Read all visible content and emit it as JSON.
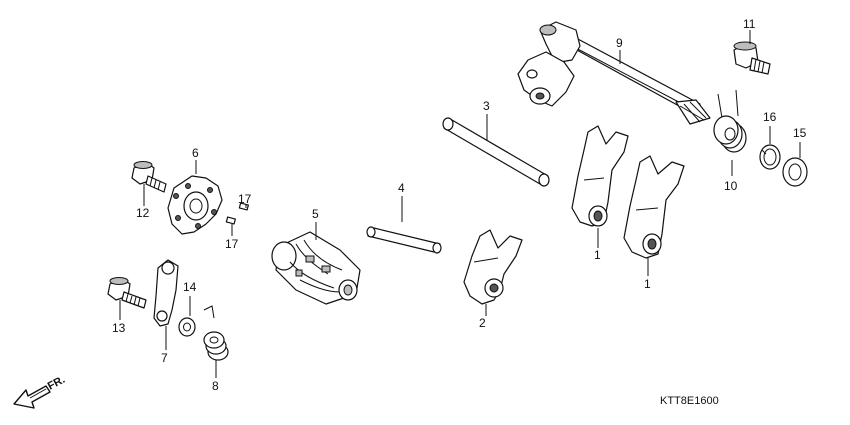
{
  "diagram_code": "KTT8E1600",
  "front_marker": "FR.",
  "callouts": {
    "c1a": "1",
    "c1b": "1",
    "c2": "2",
    "c3": "3",
    "c4": "4",
    "c5": "5",
    "c6": "6",
    "c7": "7",
    "c8": "8",
    "c9": "9",
    "c10": "10",
    "c11": "11",
    "c12": "12",
    "c13": "13",
    "c14": "14",
    "c15": "15",
    "c16": "16",
    "c17a": "17",
    "c17b": "17"
  }
}
